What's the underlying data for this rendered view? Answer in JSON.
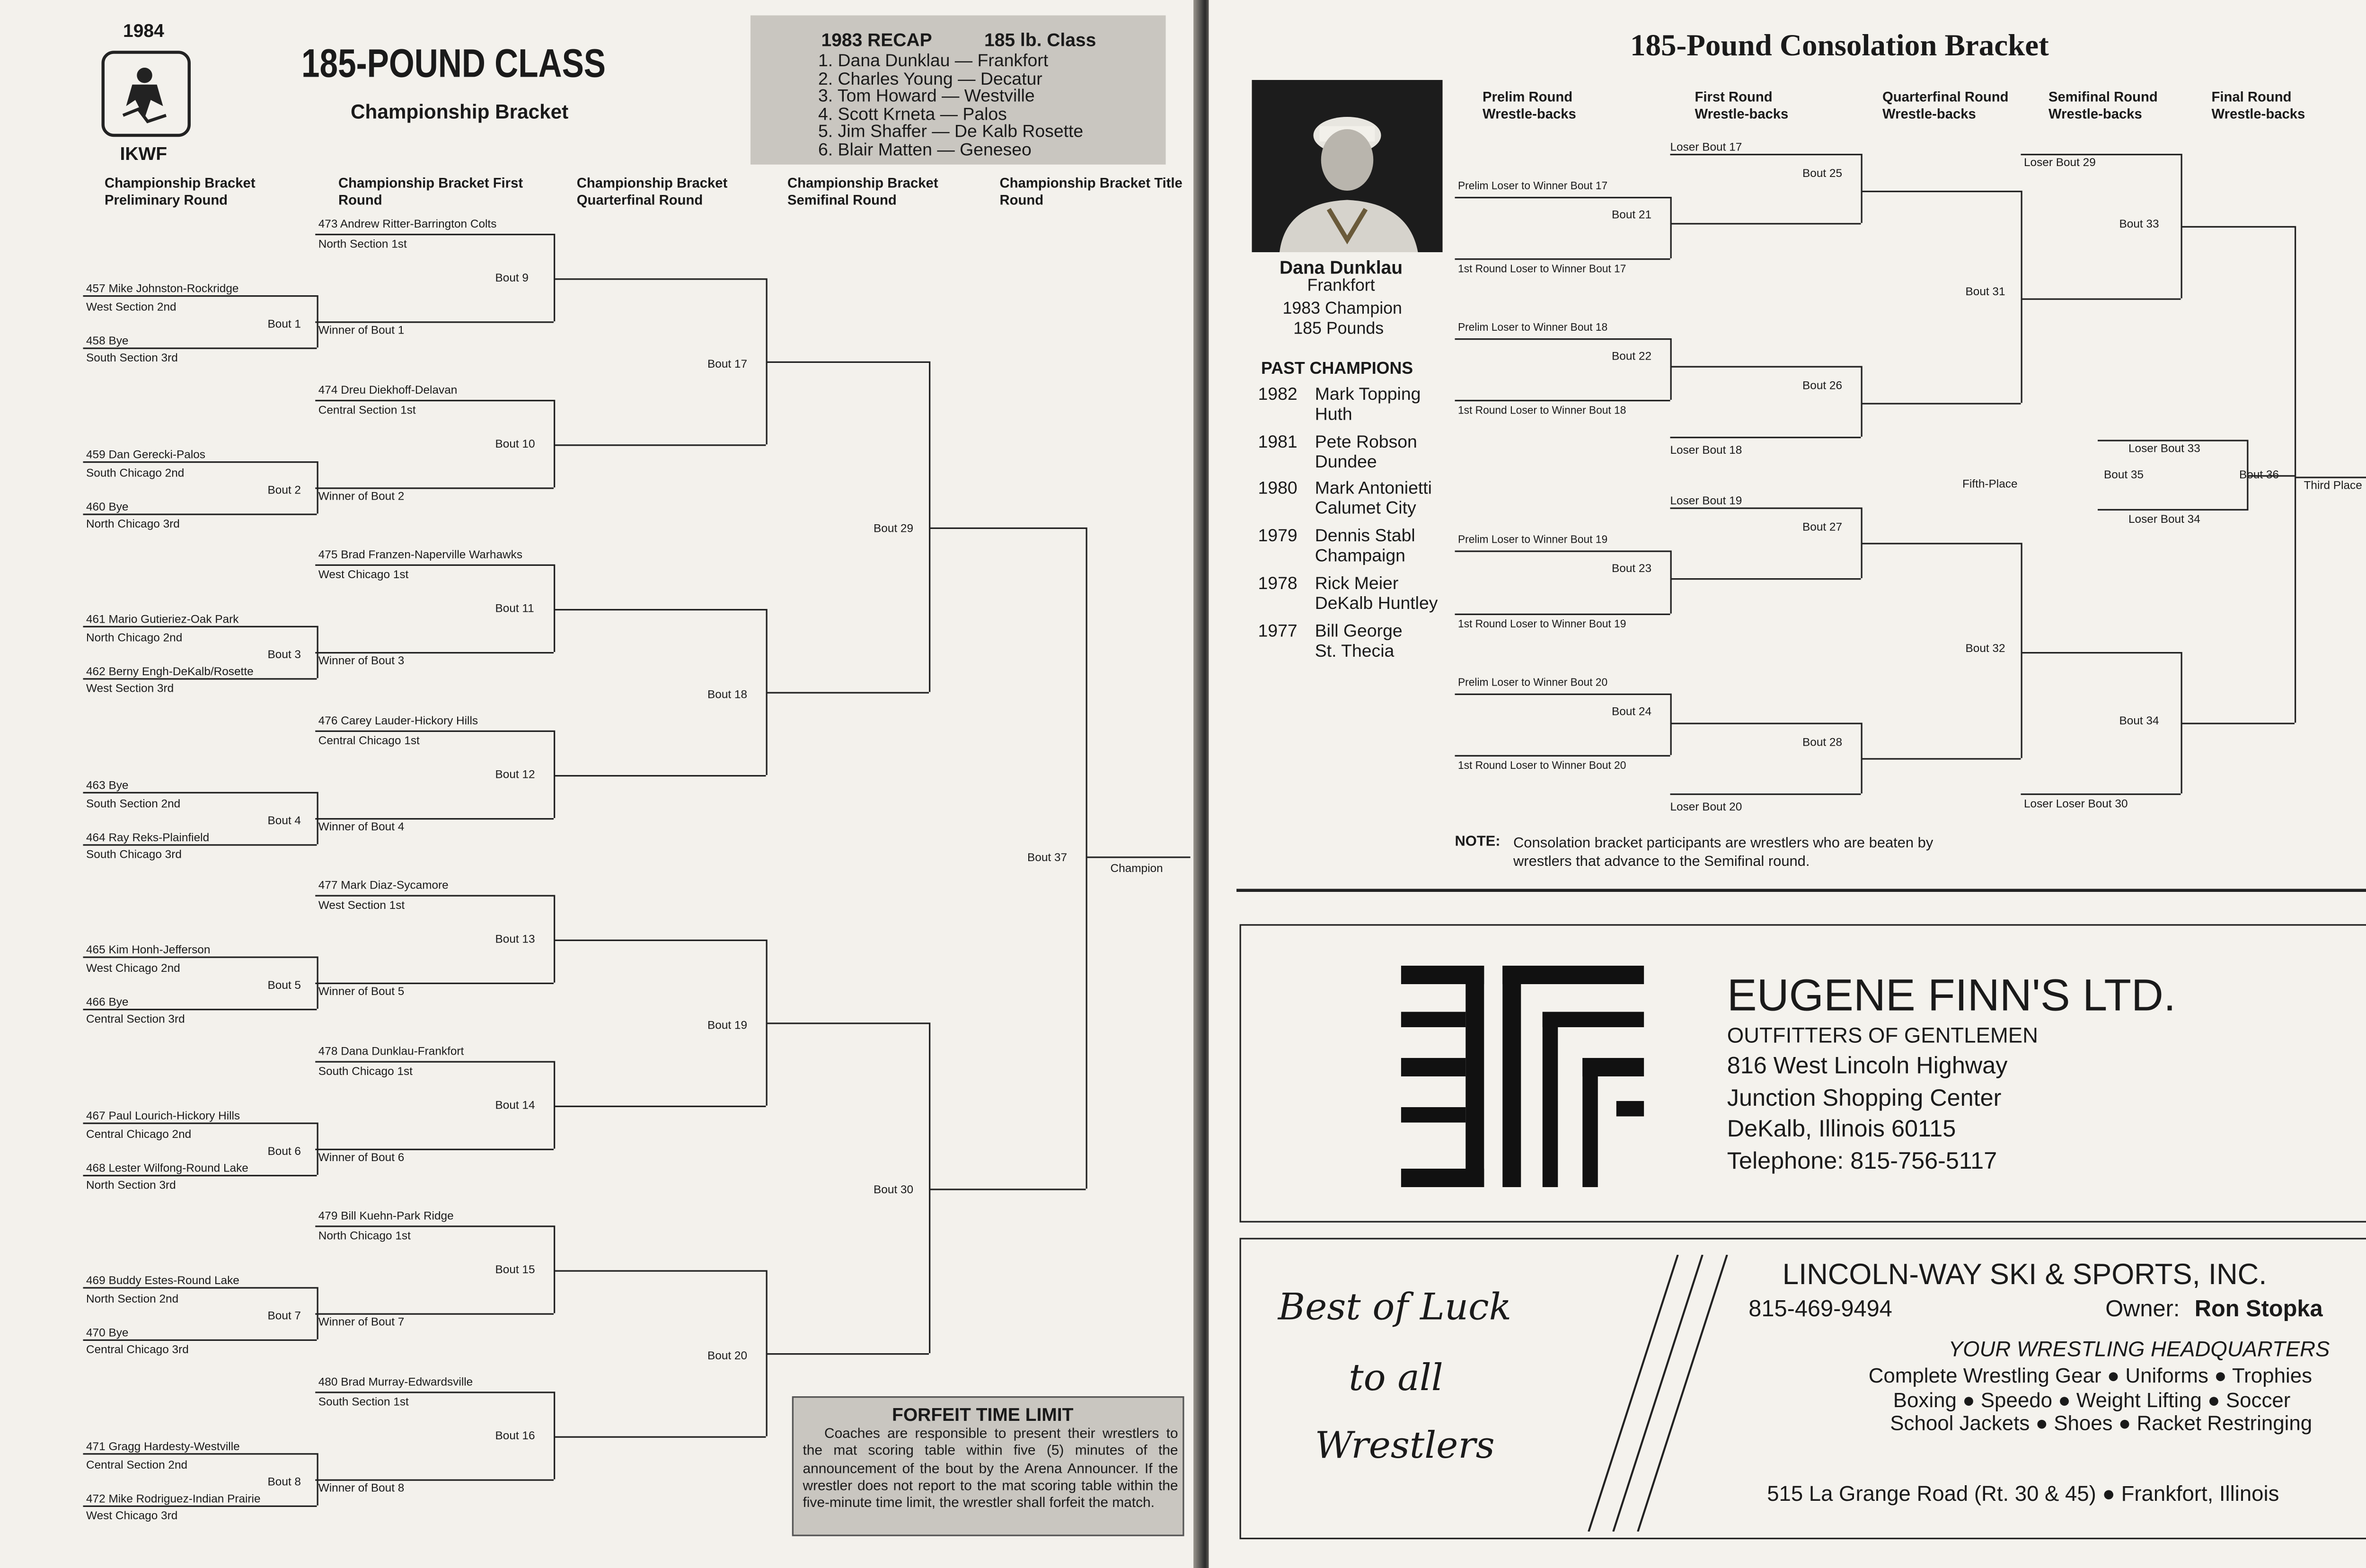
{
  "left": {
    "year": "1984",
    "org": "IKWF",
    "title": "185-POUND CLASS",
    "subtitle": "Championship Bracket",
    "recap": {
      "heading_left": "1983 RECAP",
      "heading_right": "185 lb. Class",
      "items": [
        "1.  Dana Dunklau — Frankfort",
        "2.  Charles Young — Decatur",
        "3.  Tom Howard — Westville",
        "4.  Scott Krneta — Palos",
        "5.  Jim Shaffer — De Kalb Rosette",
        "6.  Blair Matten — Geneseo"
      ]
    },
    "col_headers": [
      "Championship Bracket Preliminary Round",
      "Championship Bracket First Round",
      "Championship Bracket Quarterfinal Round",
      "Championship Bracket Semifinal Round",
      "Championship Bracket Title Round"
    ],
    "prelim": [
      {
        "top": "457 Mike Johnston-Rockridge",
        "top_sec": "West Section 2nd",
        "bot": "458 Bye",
        "bot_sec": "South Section 3rd",
        "bout": "Bout 1"
      },
      {
        "top": "459 Dan Gerecki-Palos",
        "top_sec": "South Chicago 2nd",
        "bot": "460 Bye",
        "bot_sec": "North Chicago 3rd",
        "bout": "Bout 2"
      },
      {
        "top": "461 Mario Gutieriez-Oak Park",
        "top_sec": "North Chicago 2nd",
        "bot": "462 Berny Engh-DeKalb/Rosette",
        "bot_sec": "West Section 3rd",
        "bout": "Bout 3"
      },
      {
        "top": "463 Bye",
        "top_sec": "South Section 2nd",
        "bot": "464 Ray Reks-Plainfield",
        "bot_sec": "South Chicago 3rd",
        "bout": "Bout 4"
      },
      {
        "top": "465 Kim Honh-Jefferson",
        "top_sec": "West Chicago 2nd",
        "bot": "466 Bye",
        "bot_sec": "Central Section 3rd",
        "bout": "Bout 5"
      },
      {
        "top": "467 Paul Lourich-Hickory Hills",
        "top_sec": "Central Chicago 2nd",
        "bot": "468 Lester Wilfong-Round Lake",
        "bot_sec": "North Section 3rd",
        "bout": "Bout 6"
      },
      {
        "top": "469 Buddy Estes-Round Lake",
        "top_sec": "North Section 2nd",
        "bot": "470 Bye",
        "bot_sec": "Central Chicago 3rd",
        "bout": "Bout 7"
      },
      {
        "top": "471 Gragg Hardesty-Westville",
        "top_sec": "Central Section 2nd",
        "bot": "472 Mike Rodriguez-Indian Prairie",
        "bot_sec": "West Chicago 3rd",
        "bout": "Bout 8"
      }
    ],
    "first": [
      {
        "top": "473 Andrew Ritter-Barrington Colts",
        "sec": "North Section 1st",
        "winner": "Winner of Bout 1",
        "bout": "Bout  9"
      },
      {
        "top": "474 Dreu Diekhoff-Delavan",
        "sec": "Central Section 1st",
        "winner": "Winner of Bout 2",
        "bout": "Bout 10"
      },
      {
        "top": "475 Brad Franzen-Naperville Warhawks",
        "sec": "West Chicago 1st",
        "winner": "Winner of Bout 3",
        "bout": "Bout 11"
      },
      {
        "top": "476 Carey Lauder-Hickory Hills",
        "sec": "Central Chicago 1st",
        "winner": "Winner of Bout 4",
        "bout": "Bout 12"
      },
      {
        "top": "477 Mark Diaz-Sycamore",
        "sec": "West Section 1st",
        "winner": "Winner of Bout 5",
        "bout": "Bout 13"
      },
      {
        "top": "478 Dana Dunklau-Frankfort",
        "sec": "South Chicago 1st",
        "winner": "Winner of Bout 6",
        "bout": "Bout 14"
      },
      {
        "top": "479 Bill Kuehn-Park Ridge",
        "sec": "North Chicago 1st",
        "winner": "Winner of Bout 7",
        "bout": "Bout 15"
      },
      {
        "top": "480 Brad Murray-Edwardsville",
        "sec": "South Section 1st",
        "winner": "Winner of Bout 8",
        "bout": "Bout 16"
      }
    ],
    "qf": [
      "Bout 17",
      "Bout 18",
      "Bout 19",
      "Bout 20"
    ],
    "sf": [
      "Bout 29",
      "Bout 30"
    ],
    "final": "Bout 37",
    "champion": "Champion",
    "forfeit": {
      "title": "FORFEIT TIME LIMIT",
      "body": "Coaches are responsible to present their wrestlers to the mat scoring table within five (5) minutes of the announcement of the bout by the Arena Announcer. If the wrestler does not report to the mat scoring table within the five-minute time limit, the wrestler shall forfeit the match."
    }
  },
  "right": {
    "title": "185-Pound Consolation Bracket",
    "champ_name": "Dana Dunklau",
    "champ_town": "Frankfort",
    "champ_year": "1983 Champion",
    "champ_weight": "185 Pounds",
    "past_heading": "PAST CHAMPIONS",
    "past": [
      {
        "year": "1982",
        "name": "Mark Topping",
        "town": "Huth"
      },
      {
        "year": "1981",
        "name": "Pete Robson",
        "town": "Dundee"
      },
      {
        "year": "1980",
        "name": "Mark Antonietti",
        "town": "Calumet City"
      },
      {
        "year": "1979",
        "name": "Dennis Stabl",
        "town": "Champaign"
      },
      {
        "year": "1978",
        "name": "Rick Meier",
        "town": "DeKalb Huntley"
      },
      {
        "year": "1977",
        "name": "Bill George",
        "town": "St. Thecia"
      }
    ],
    "col_headers": [
      "Prelim Round Wrestle-backs",
      "First Round Wrestle-backs",
      "Quarterfinal Round Wrestle-backs",
      "Semifinal Round Wrestle-backs",
      "Final Round Wrestle-backs"
    ],
    "prelim": [
      {
        "top": "Prelim Loser to Winner Bout 17",
        "bout": "Bout 21",
        "bot": "1st Round Loser to Winner Bout 17"
      },
      {
        "top": "Prelim Loser to Winner Bout 18",
        "bout": "Bout 22",
        "bot": "1st Round Loser to Winner Bout 18"
      },
      {
        "top": "Prelim Loser to Winner Bout 19",
        "bout": "Bout 23",
        "bot": "1st Round Loser to Winner Bout 19"
      },
      {
        "top": "Prelim Loser to Winner Bout 20",
        "bout": "Bout 24",
        "bot": "1st Round Loser to Winner Bout 20"
      }
    ],
    "first": [
      {
        "top": "Loser Bout 17",
        "bout": "Bout 25"
      },
      {
        "bot": "Loser Bout 18",
        "bout": "Bout 26"
      },
      {
        "top": "Loser Bout 19",
        "bout": "Bout 27"
      },
      {
        "bot": "Loser Bout 20",
        "bout": "Bout 28"
      }
    ],
    "qf": [
      "Bout 31",
      "Bout 32"
    ],
    "sf_top": {
      "label": "Loser Bout 29",
      "bout": "Bout 33"
    },
    "sf_bot": {
      "label": "Loser Loser Bout 30",
      "bout": "Bout 34"
    },
    "fifth": {
      "label": "Fifth-Place",
      "top": "Loser Bout 33",
      "bout": "Bout 35",
      "bot": "Loser Bout 34"
    },
    "final": "Bout 36",
    "third": "Third Place",
    "note_label": "NOTE:",
    "note": "Consolation bracket participants are wrestlers who are beaten by wrestlers that advance to the Semifinal round."
  },
  "ads": {
    "finn": {
      "name": "EUGENE FINN'S LTD.",
      "tag": "OUTFITTERS OF GENTLEMEN",
      "lines": [
        "816 West Lincoln Highway",
        "Junction Shopping Center",
        "DeKalb, Illinois 60115",
        "Telephone: 815-756-5117"
      ]
    },
    "lincoln": {
      "script": [
        "Best of Luck",
        "to all",
        "Wrestlers"
      ],
      "name": "LINCOLN-WAY SKI & SPORTS, INC.",
      "phone": "815-469-9494",
      "owner_label": "Owner:",
      "owner": "Ron Stopka",
      "tagline": "YOUR WRESTLING HEADQUARTERS",
      "lines": [
        "Complete Wrestling Gear ● Uniforms ● Trophies",
        "Boxing ● Speedo ● Weight Lifting ● Soccer",
        "School Jackets ● Shoes ● Racket Restringing"
      ],
      "address": "515 La Grange Road (Rt. 30 & 45) ● Frankfort, Illinois"
    }
  }
}
